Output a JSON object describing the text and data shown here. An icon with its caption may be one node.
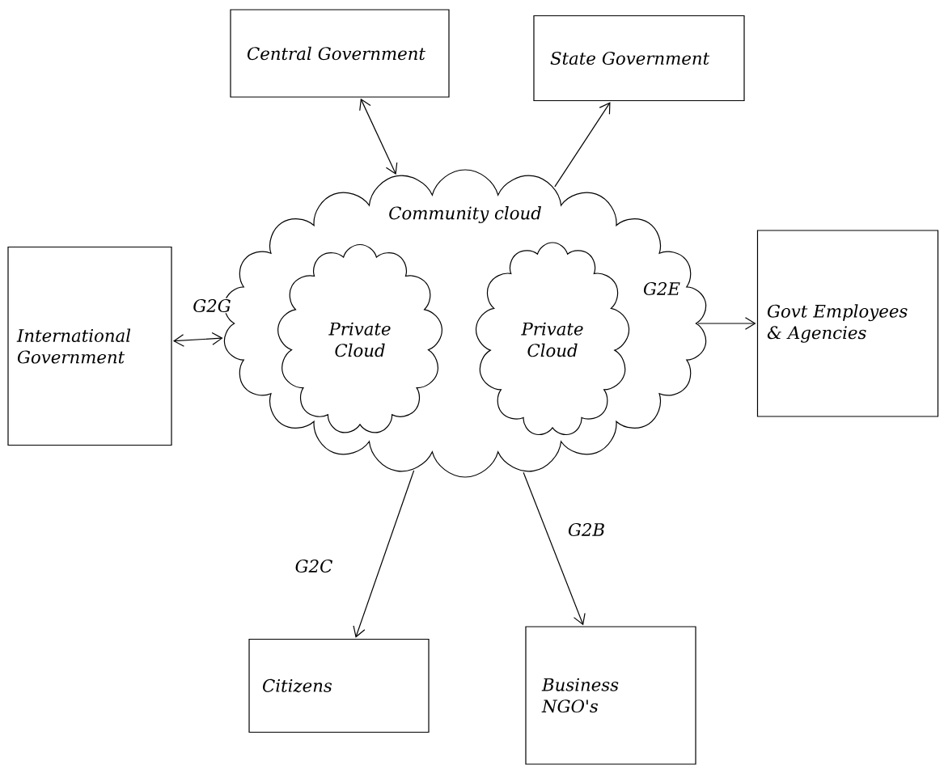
{
  "diagram": {
    "nodes": [
      {
        "text": [
          "Central Government"
        ]
      },
      {
        "text": [
          "State Government"
        ]
      },
      {
        "text": [
          "International Government"
        ]
      },
      {
        "text": [
          "Community cloud"
        ]
      },
      {
        "text": [
          "Private Cloud"
        ],
        "in": 3
      },
      {
        "text": [
          "Private Cloud"
        ],
        "in": 3
      },
      {
        "text": [
          "Govt Employees & Agencies"
        ]
      },
      {
        "text": [
          "Citizens"
        ]
      },
      {
        "text": [
          "Business NGO's"
        ]
      }
    ],
    "edges": [
      {
        "from": 0,
        "to": 3,
        "arrow": "both"
      },
      {
        "from": 3,
        "to": 1,
        "arrow": "to"
      },
      {
        "from": 2,
        "to": 3,
        "arrow": "both",
        "label": "G2G"
      },
      {
        "from": 3,
        "to": 6,
        "arrow": "to",
        "label": "G2E"
      },
      {
        "from": 3,
        "to": 7,
        "arrow": "to",
        "label": "G2C"
      },
      {
        "from": 3,
        "to": 8,
        "arrow": "to",
        "label": "G2B"
      }
    ]
  }
}
